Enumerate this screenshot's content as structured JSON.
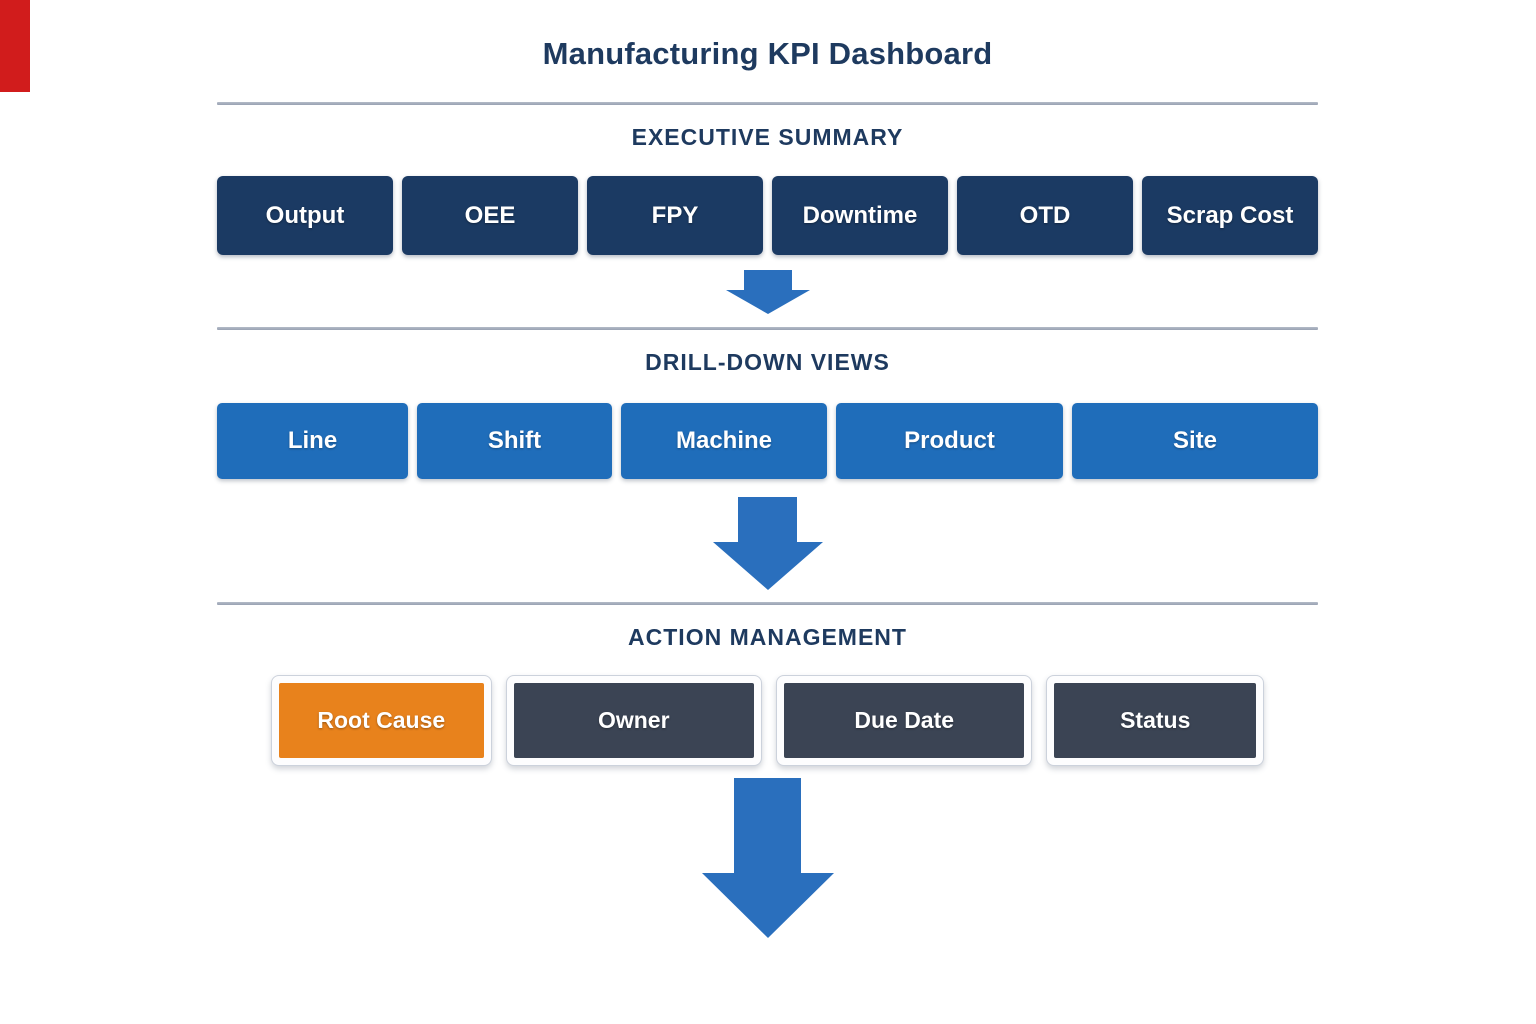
{
  "page": {
    "title": "Manufacturing KPI Dashboard"
  },
  "sections": {
    "executive": {
      "heading": "EXECUTIVE SUMMARY",
      "items": [
        "Output",
        "OEE",
        "FPY",
        "Downtime",
        "OTD",
        "Scrap Cost"
      ]
    },
    "drilldown": {
      "heading": "DRILL-DOWN VIEWS",
      "items": [
        "Line",
        "Shift",
        "Machine",
        "Product",
        "Site"
      ]
    },
    "action": {
      "heading": "ACTION MANAGEMENT",
      "items": [
        "Root Cause",
        "Owner",
        "Due Date",
        "Status"
      ],
      "highlighted_item": "Root Cause"
    }
  },
  "icons": {
    "flow_arrow": "down-arrow"
  },
  "colors": {
    "kpi_tile": "#1b3a63",
    "drill_tile": "#1f6dba",
    "action_tile": "#3b4454",
    "action_highlight": "#e8821c",
    "arrow": "#2a6fbd",
    "heading_text": "#1e3a5f",
    "divider": "#a3abba",
    "corner_marker": "#d11c1c"
  }
}
